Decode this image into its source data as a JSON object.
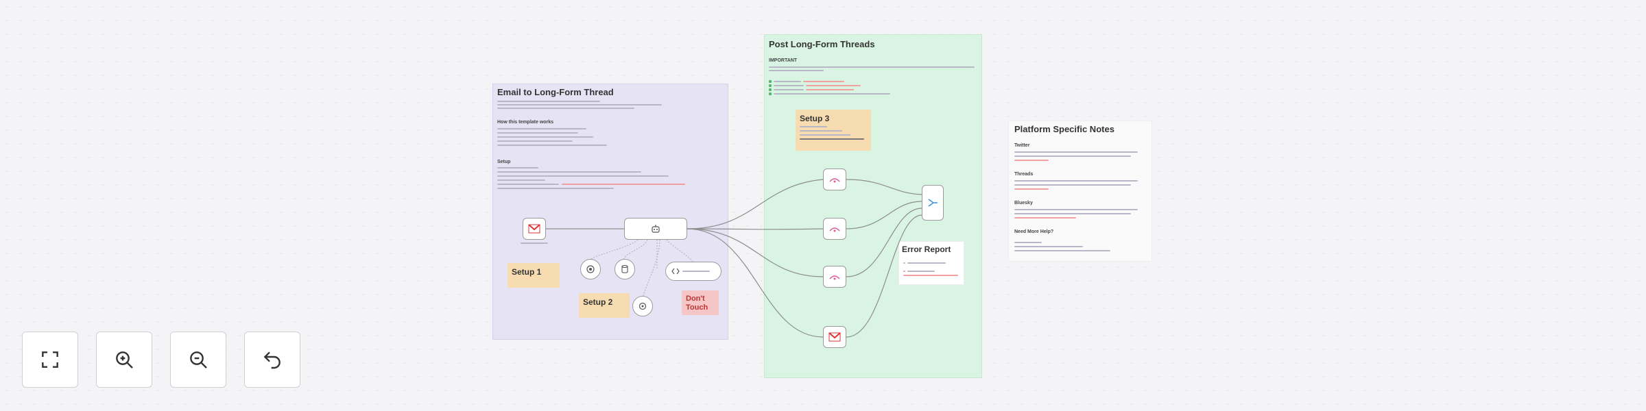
{
  "colors": {
    "email_note_bg": "#e6e3f5",
    "post_note_bg": "#d9f4e3",
    "setup_bg": "#f6dcb0",
    "dont_touch_bg": "#f6c6c6",
    "edge": "#8d8d8d",
    "link_red": "#f0a0a0"
  },
  "canvas": {
    "email_note": {
      "title": "Email to Long-Form Thread",
      "sections": [
        "How this template works",
        "Setup"
      ]
    },
    "post_note": {
      "title": "Post Long-Form Threads",
      "important": "IMPORTANT"
    },
    "platform_note": {
      "title": "Platform Specific Notes",
      "sections": [
        "Twitter",
        "Threads",
        "Bluesky",
        "Need More Help?"
      ]
    },
    "stickies": {
      "setup1": "Setup 1",
      "setup2": "Setup 2",
      "setup3": "Setup 3",
      "dont_touch": "Don't Touch"
    },
    "error_report": {
      "title": "Error Report"
    },
    "nodes": {
      "gmail_trigger": {
        "icon": "gmail-icon"
      },
      "ai_agent": {
        "icon": "robot-icon"
      },
      "model": {
        "icon": "brain-icon"
      },
      "memory": {
        "icon": "database-icon"
      },
      "tool": {
        "icon": "wrench-icon"
      },
      "output_parser": {
        "icon": "parser-icon"
      },
      "twitter_post": {
        "icon": "http-icon"
      },
      "threads_post": {
        "icon": "http-icon"
      },
      "bluesky_post": {
        "icon": "http-icon"
      },
      "gmail_reply": {
        "icon": "gmail-icon"
      },
      "merge": {
        "icon": "merge-icon"
      }
    }
  },
  "controls": [
    {
      "name": "fit-view-button",
      "icon": "fit-view-icon"
    },
    {
      "name": "zoom-in-button",
      "icon": "zoom-in-icon"
    },
    {
      "name": "zoom-out-button",
      "icon": "zoom-out-icon"
    },
    {
      "name": "reset-zoom-button",
      "icon": "undo-icon"
    }
  ]
}
